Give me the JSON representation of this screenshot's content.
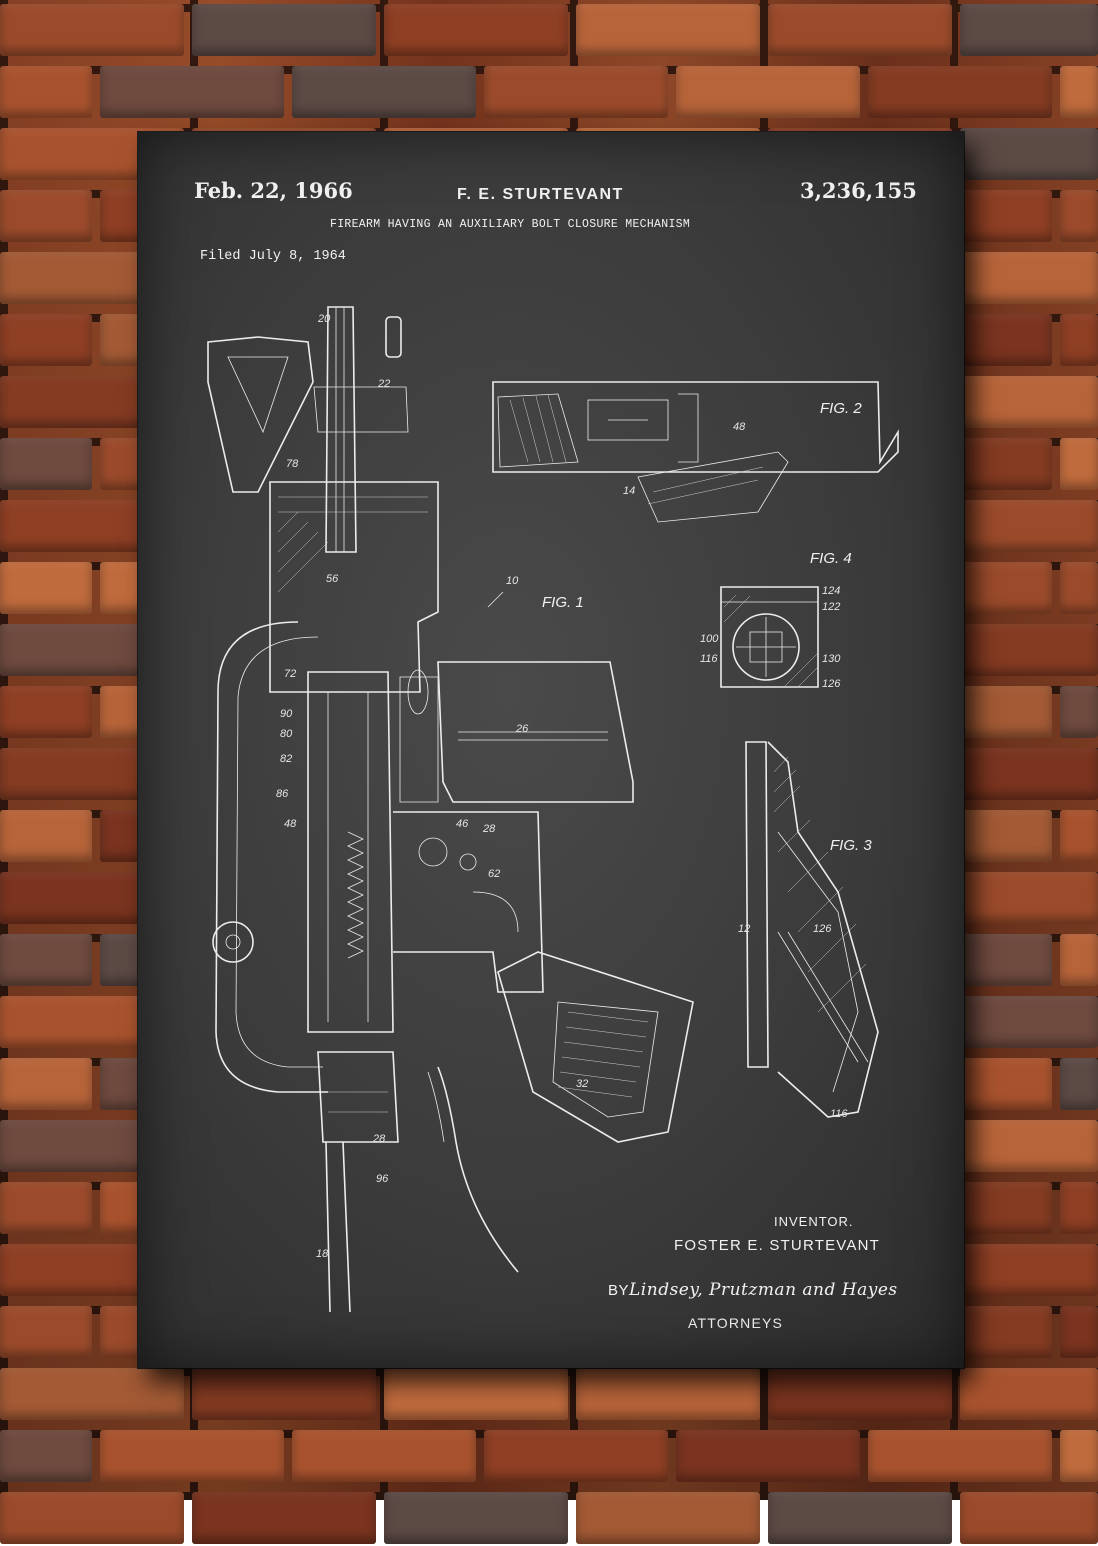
{
  "header": {
    "date": "Feb. 22, 1966",
    "inventor_header": "F. E. STURTEVANT",
    "patent_number": "3,236,155",
    "title": "FIREARM HAVING AN AUXILIARY BOLT CLOSURE MECHANISM",
    "filed": "Filed July 8, 1964"
  },
  "figures": {
    "fig1": "FIG. 1",
    "fig2": "FIG. 2",
    "fig3": "FIG. 3",
    "fig4": "FIG. 4"
  },
  "signature": {
    "inventor_label": "INVENTOR.",
    "inventor_name": "FOSTER  E. STURTEVANT",
    "by": "BY",
    "attorneys_script": "Lindsey, Prutzman and Hayes",
    "attorneys_label": "ATTORNEYS"
  },
  "colors": {
    "chalkboard": "#3b3b3b",
    "chalk": "#f2f2f2",
    "brick": "#a04e2c",
    "mortar": "#3b1d12"
  }
}
